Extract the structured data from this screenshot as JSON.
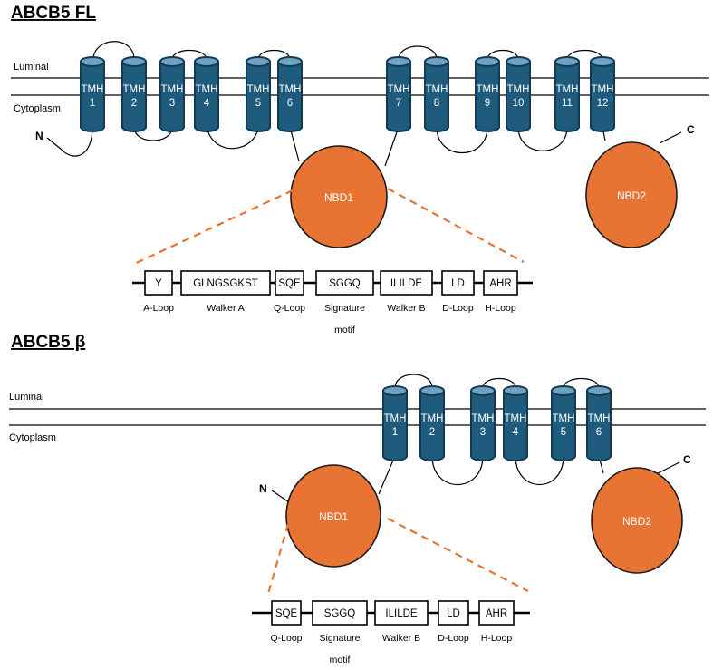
{
  "fl": {
    "title": "ABCB5 FL",
    "luminal_label": "Luminal",
    "cytoplasm_label": "Cytoplasm",
    "n_terminus": "N",
    "c_terminus": "C",
    "tmh_prefix": "TMH",
    "helices": [
      "1",
      "2",
      "3",
      "4",
      "5",
      "6",
      "7",
      "8",
      "9",
      "10",
      "11",
      "12"
    ],
    "nbd1": "NBD1",
    "nbd2": "NBD2",
    "motifs": [
      {
        "seq": "Y",
        "caption": "A-Loop"
      },
      {
        "seq": "GLNGSGKST",
        "caption": "Walker A"
      },
      {
        "seq": "SQE",
        "caption": "Q-Loop"
      },
      {
        "seq": "SGGQ",
        "caption": "Signature",
        "caption2": "motif"
      },
      {
        "seq": "ILILDE",
        "caption": "Walker B"
      },
      {
        "seq": "LD",
        "caption": "D-Loop"
      },
      {
        "seq": "AHR",
        "caption": "H-Loop"
      }
    ]
  },
  "beta": {
    "title": "ABCB5 β",
    "luminal_label": "Luminal",
    "cytoplasm_label": "Cytoplasm",
    "n_terminus": "N",
    "c_terminus": "C",
    "tmh_prefix": "TMH",
    "helices": [
      "1",
      "2",
      "3",
      "4",
      "5",
      "6"
    ],
    "nbd1": "NBD1",
    "nbd2": "NBD2",
    "motifs": [
      {
        "seq": "SQE",
        "caption": "Q-Loop"
      },
      {
        "seq": "SGGQ",
        "caption": "Signature",
        "caption2": "motif"
      },
      {
        "seq": "ILILDE",
        "caption": "Walker B"
      },
      {
        "seq": "LD",
        "caption": "D-Loop"
      },
      {
        "seq": "AHR",
        "caption": "H-Loop"
      }
    ]
  },
  "colors": {
    "helix": "#1f5b7d",
    "helix_cap": "#6fa2c2",
    "nbd": "#e87434"
  }
}
